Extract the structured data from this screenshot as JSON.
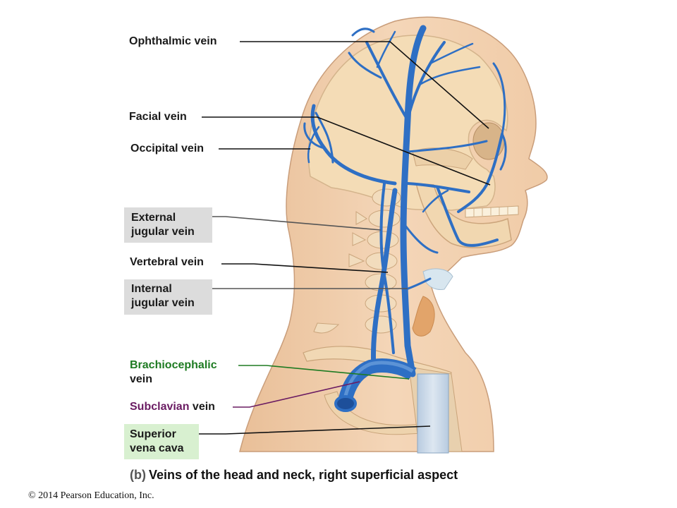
{
  "labels": {
    "ophthalmic": "Ophthalmic vein",
    "facial": "Facial vein",
    "occipital": "Occipital vein",
    "external_jugular_1": "External",
    "external_jugular_2": "jugular vein",
    "vertebral": "Vertebral vein",
    "internal_jugular_1": "Internal",
    "internal_jugular_2": "jugular vein",
    "brachiocephalic_1": "Brachiocephalic",
    "brachiocephalic_2": "vein",
    "subclavian_colored": "Subclavian",
    "subclavian_rest": " vein",
    "svc_1": "Superior",
    "svc_2": "vena cava"
  },
  "caption": {
    "part": "(b)",
    "text": "Veins of the head and neck, right superficial aspect"
  },
  "copyright": "© 2014 Pearson Education, Inc.",
  "colors": {
    "skin": "#f1cfae",
    "skull": "#f4dcb6",
    "vein": "#2e6fc4",
    "vein_dark": "#1d4f9a",
    "label_box": "#dcdcdc",
    "brachiocephalic_text": "#1e7b22",
    "subclavian_text": "#6a1b62"
  }
}
